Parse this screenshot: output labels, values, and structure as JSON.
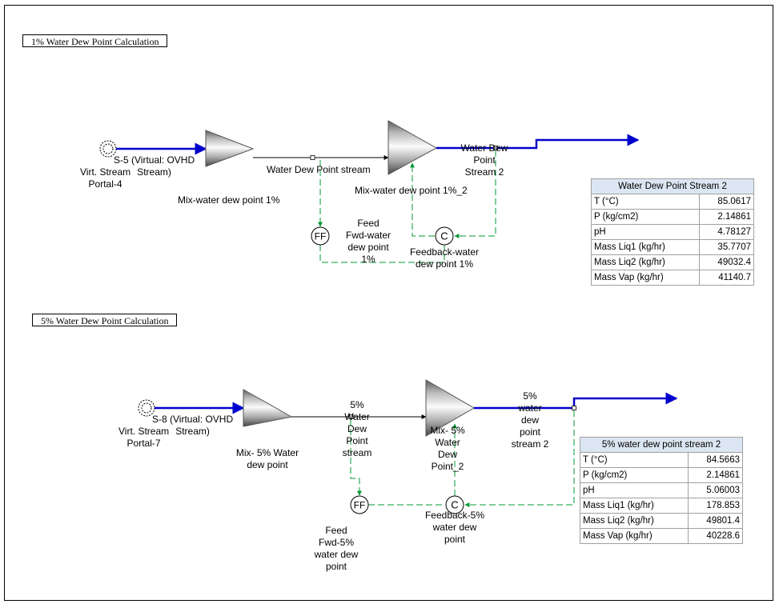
{
  "sections": {
    "s1_title": "1% Water Dew Point Calculation",
    "s2_title": "5% Water Dew Point Calculation"
  },
  "labels": {
    "portal4_stream": "S-5 (Virtual: OVHD\nStream)",
    "portal4_name": "Virt. Stream\nPortal-4",
    "mix1": "Mix-water dew point 1%",
    "wdp_stream": "Water Dew Point stream",
    "mix1_2": "Mix-water dew point 1%_2",
    "wdp_stream2": "Water Dew\nPoint\nStream 2",
    "ff1": "Feed\nFwd-water\ndew point\n1%",
    "fb1": "Feedback-water\ndew point 1%",
    "portal7_stream": "S-8 (Virtual: OVHD\nStream)",
    "portal7_name": "Virt. Stream\nPortal-7",
    "mix5": "Mix- 5% Water\ndew point",
    "s5_stream": "5%\nWater\nDew\nPoint\nstream",
    "mix5_2": "Mix- 5%\nWater\nDew\nPoint_2",
    "s5_stream2": "5%\nwater\ndew\npoint\nstream 2",
    "fb5": "Feedback-5%\nwater dew\npoint",
    "ff5": "Feed\nFwd-5%\nwater dew\npoint"
  },
  "symbols": {
    "ff": "FF",
    "c": "C"
  },
  "table1": {
    "title": "Water Dew Point Stream 2",
    "rows": [
      {
        "name": "T (°C)",
        "value": "85.0617"
      },
      {
        "name": "P (kg/cm2)",
        "value": "2.14861"
      },
      {
        "name": "pH",
        "value": "4.78127"
      },
      {
        "name": "Mass Liq1 (kg/hr)",
        "value": "35.7707"
      },
      {
        "name": "Mass Liq2 (kg/hr)",
        "value": "49032.4"
      },
      {
        "name": "Mass Vap (kg/hr)",
        "value": "41140.7"
      }
    ]
  },
  "table2": {
    "title": "5% water dew point stream 2",
    "rows": [
      {
        "name": "T (°C)",
        "value": "84.5663"
      },
      {
        "name": "P (kg/cm2)",
        "value": "2.14861"
      },
      {
        "name": "pH",
        "value": "5.06003"
      },
      {
        "name": "Mass Liq1 (kg/hr)",
        "value": "178.853"
      },
      {
        "name": "Mass Liq2 (kg/hr)",
        "value": "49801.4"
      },
      {
        "name": "Mass Vap (kg/hr)",
        "value": "40228.6"
      }
    ]
  },
  "colors": {
    "stream": "#0000cc",
    "control": "#009933",
    "line": "#000000"
  }
}
